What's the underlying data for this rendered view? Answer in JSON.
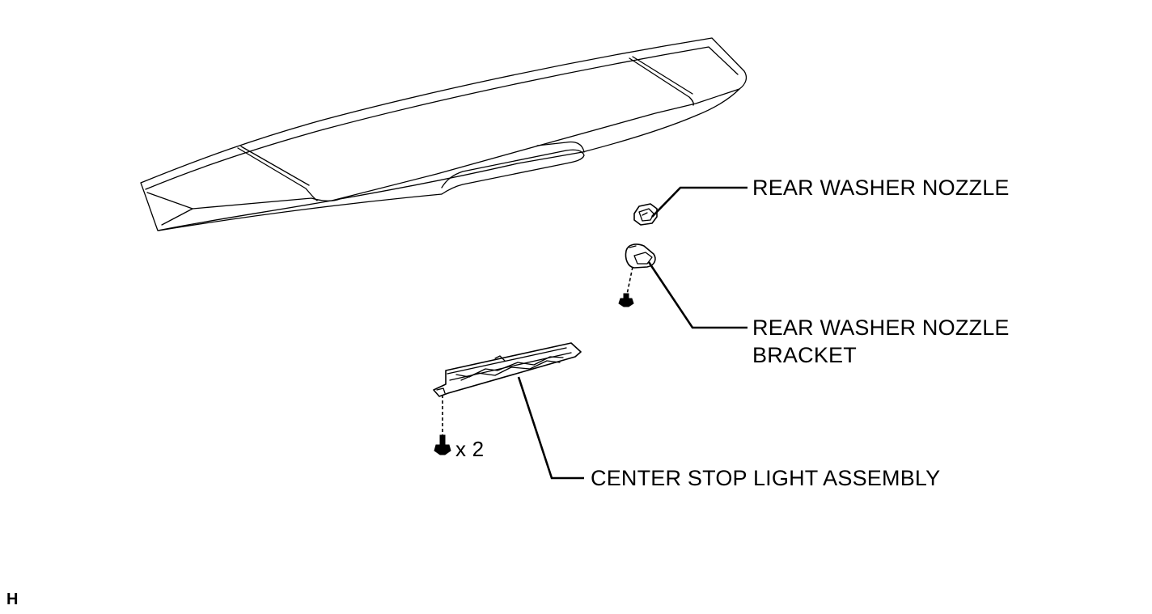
{
  "labels": {
    "rear_washer_nozzle": "REAR WASHER NOZZLE",
    "rear_washer_nozzle_bracket_line1": "REAR WASHER NOZZLE",
    "rear_washer_nozzle_bracket_line2": "BRACKET",
    "center_stop_light_assembly": "CENTER STOP LIGHT ASSEMBLY",
    "screw_quantity": "x 2",
    "figure_code": "H"
  }
}
